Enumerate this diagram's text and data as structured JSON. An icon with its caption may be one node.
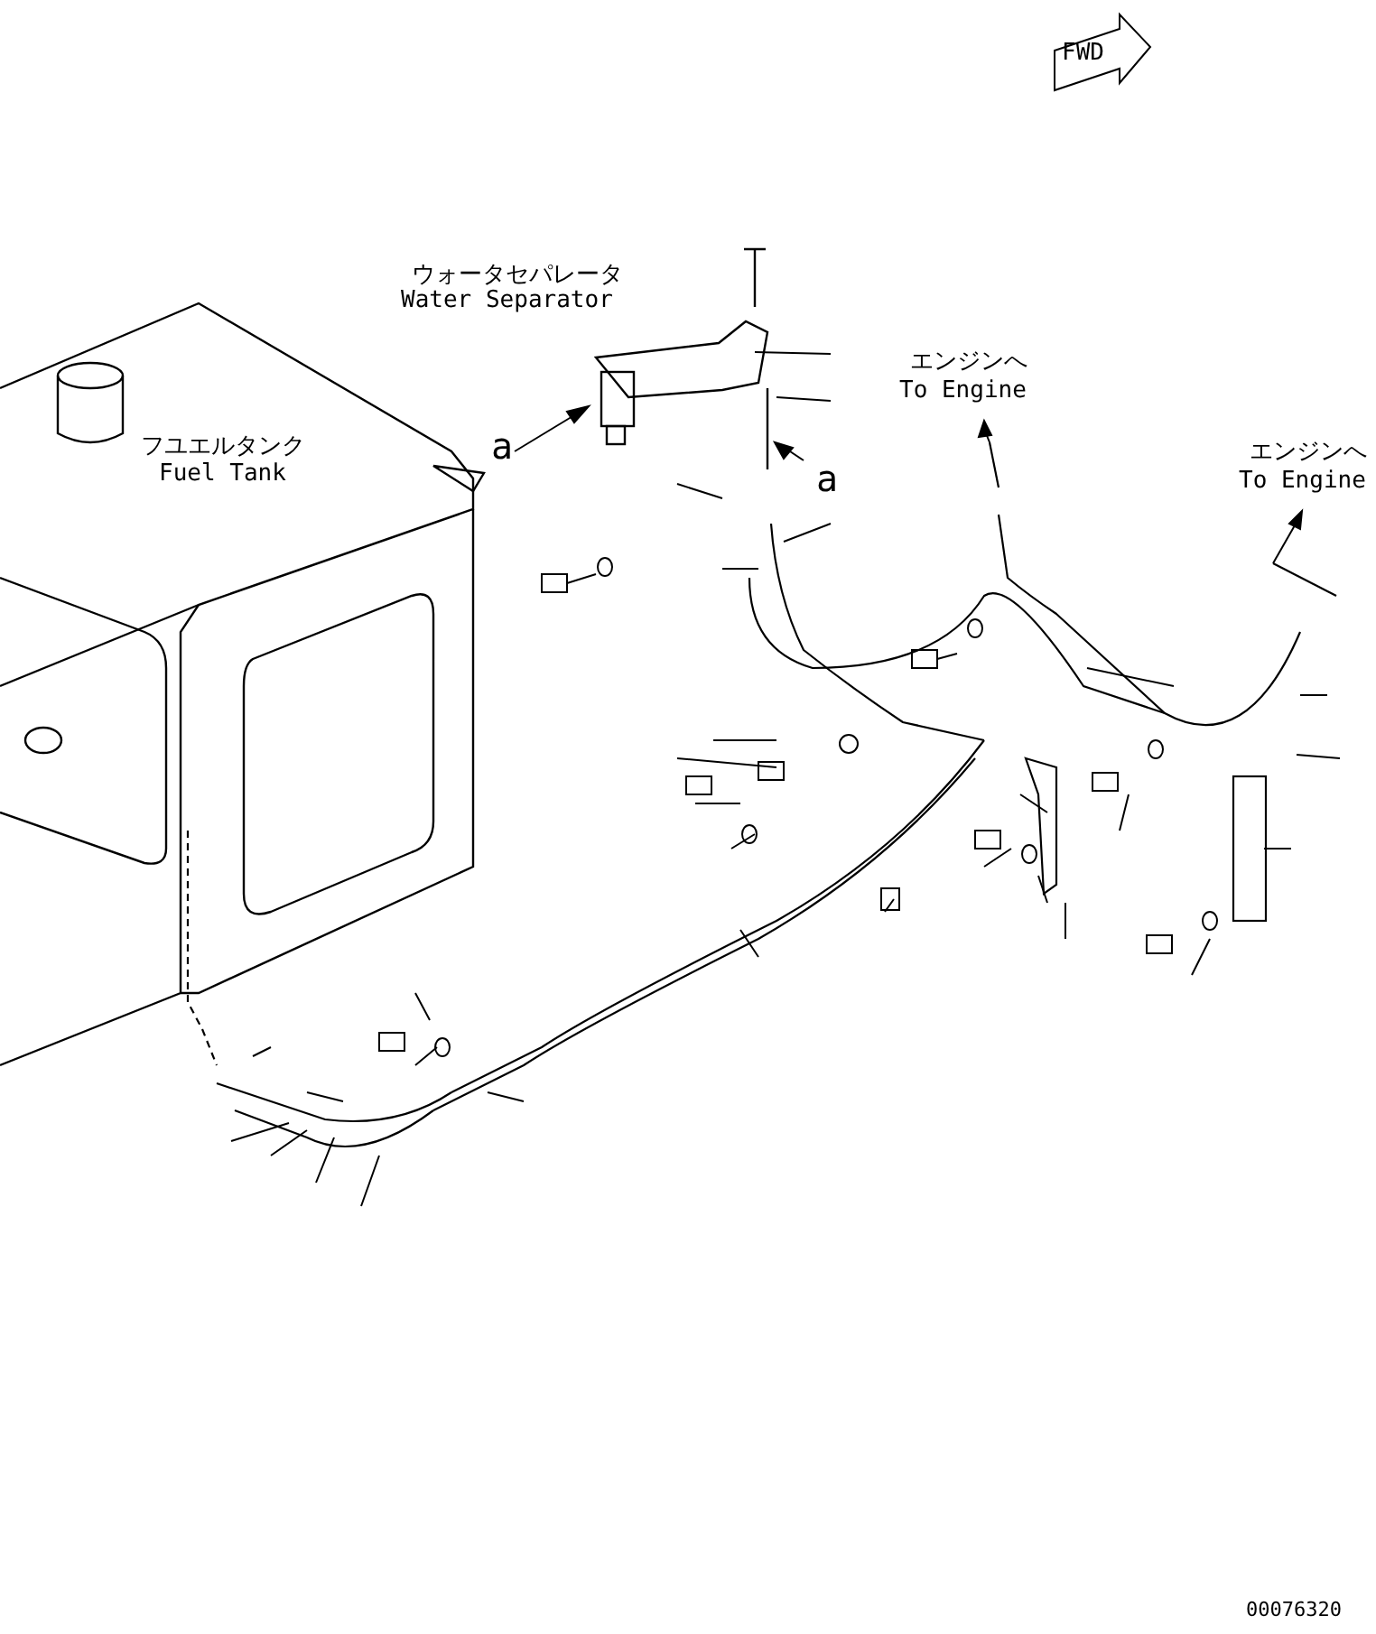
{
  "diagram": {
    "labels": [
      "FWD",
      "ウォータセパレータ",
      "Water Separator",
      "a",
      "エンジンへ",
      "To Engine",
      "a",
      "フユエルタンク",
      "Fuel Tank",
      "エンジンへ",
      "To Engine",
      "00076320"
    ]
  }
}
